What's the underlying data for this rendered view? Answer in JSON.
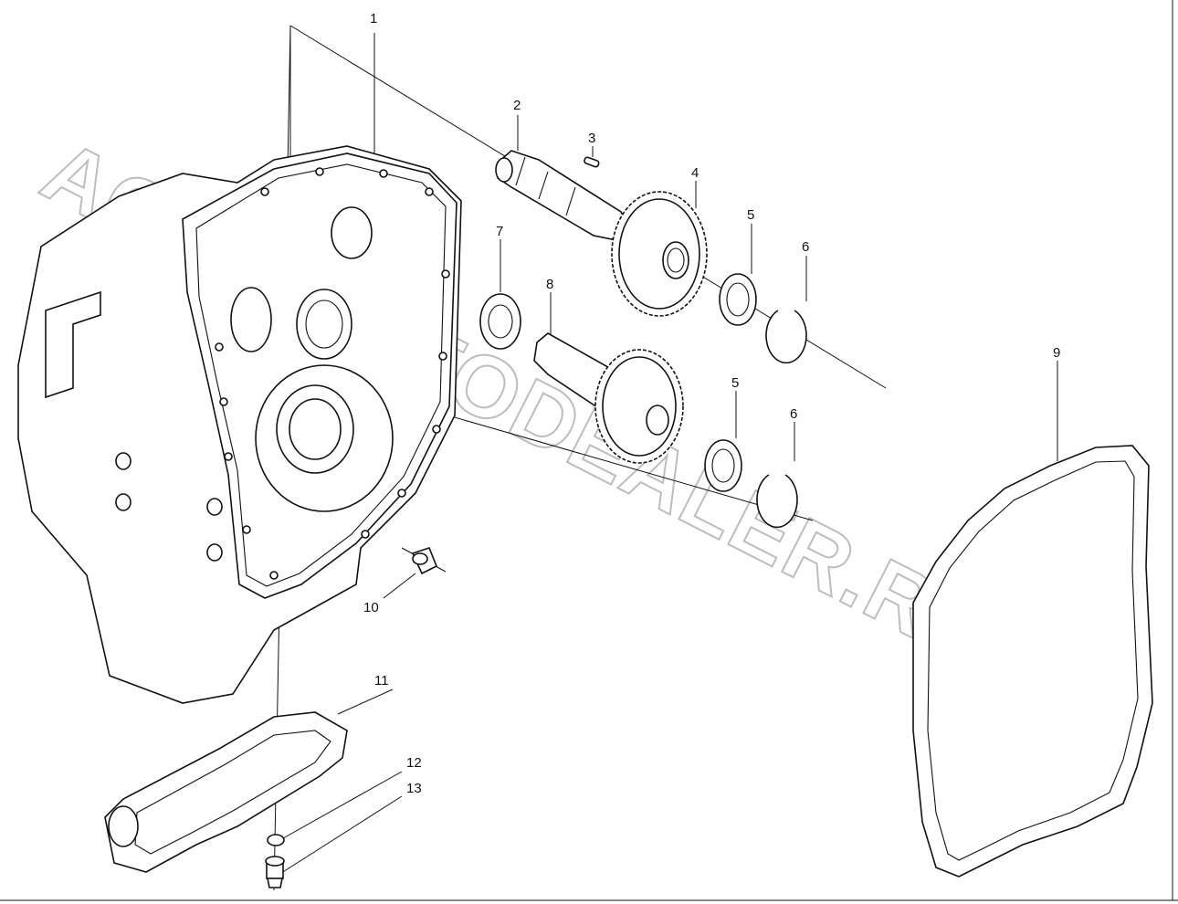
{
  "diagram": {
    "watermark": "ACAT-AUTODEALER.RU",
    "callouts": [
      {
        "id": "c1",
        "text": "1"
      },
      {
        "id": "c2",
        "text": "2"
      },
      {
        "id": "c3",
        "text": "3"
      },
      {
        "id": "c4",
        "text": "4"
      },
      {
        "id": "c5a",
        "text": "5"
      },
      {
        "id": "c6a",
        "text": "6"
      },
      {
        "id": "c7",
        "text": "7"
      },
      {
        "id": "c8",
        "text": "8"
      },
      {
        "id": "c5b",
        "text": "5"
      },
      {
        "id": "c6b",
        "text": "6"
      },
      {
        "id": "c9",
        "text": "9"
      },
      {
        "id": "c10",
        "text": "10"
      },
      {
        "id": "c11",
        "text": "11"
      },
      {
        "id": "c12",
        "text": "12"
      },
      {
        "id": "c13",
        "text": "13"
      }
    ]
  }
}
